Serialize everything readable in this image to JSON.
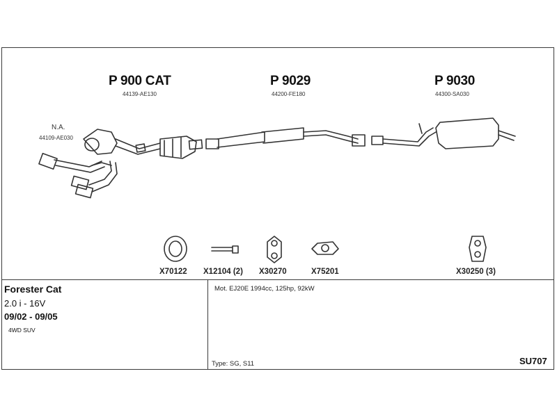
{
  "parts": [
    {
      "title": "P 900 CAT",
      "number": "44139-AE130"
    },
    {
      "title": "P 9029",
      "number": "44200-FE180"
    },
    {
      "title": "P 9030",
      "number": "44300-SA030"
    }
  ],
  "front_pipe": {
    "label": "N.A.",
    "number": "44109-AE030"
  },
  "accessories": [
    {
      "code": "X70122",
      "icon": "gasket-ring-icon"
    },
    {
      "code": "X12104 (2)",
      "icon": "bolt-icon"
    },
    {
      "code": "X30270",
      "icon": "rubber-hanger-icon"
    },
    {
      "code": "X75201",
      "icon": "flange-gasket-icon"
    },
    {
      "code": "X30250 (3)",
      "icon": "rubber-mount-icon"
    }
  ],
  "vehicle": {
    "model": "Forester Cat",
    "engine": "2.0 i - 16V",
    "years": "09/02 - 09/05",
    "body": "4WD SUV"
  },
  "details": {
    "motor": "Mot. EJ20E 1994cc, 125hp, 92kW",
    "type": "Type:  SG, S11",
    "code": "SU707"
  }
}
